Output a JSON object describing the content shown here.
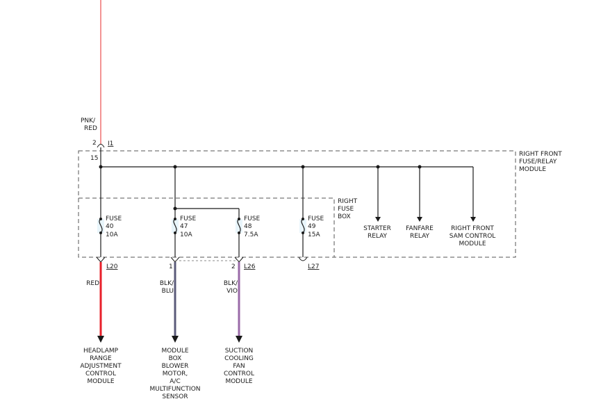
{
  "colors": {
    "module_fill": "#e8f5fb",
    "wire_red": "#e8202a",
    "wire_pink": "#f07a7a",
    "wire_blk_blu": "#5b5b7a",
    "wire_blk_vio": "#9a6aa8",
    "wire_black": "#1a1a1a"
  },
  "top_wire": {
    "color_line1": "PNK/",
    "color_line2": "RED",
    "pin": "2",
    "connector": "I1"
  },
  "module": {
    "line1": "RIGHT FRONT",
    "line2": "FUSE/RELAY",
    "line3": "MODULE",
    "pin": "15"
  },
  "fuse_box": {
    "line1": "RIGHT",
    "line2": "FUSE",
    "line3": "BOX"
  },
  "fuses": [
    {
      "label": "FUSE",
      "number": "40",
      "rating": "10A"
    },
    {
      "label": "FUSE",
      "number": "47",
      "rating": "10A"
    },
    {
      "label": "FUSE",
      "number": "48",
      "rating": "7.5A"
    },
    {
      "label": "FUSE",
      "number": "49",
      "rating": "15A"
    }
  ],
  "relays": {
    "starter": {
      "line1": "STARTER",
      "line2": "RELAY"
    },
    "fanfare": {
      "line1": "FANFARE",
      "line2": "RELAY"
    },
    "sam": {
      "line1": "RIGHT FRONT",
      "line2": "SAM CONTROL",
      "line3": "MODULE"
    }
  },
  "outputs": [
    {
      "pin": "",
      "connector": "L20",
      "wire_line1": "RED",
      "wire_line2": "",
      "dest": [
        "HEADLAMP",
        "RANGE",
        "ADJUSTMENT",
        "CONTROL",
        "MODULE"
      ]
    },
    {
      "pin": "1",
      "connector": "",
      "wire_line1": "BLK/",
      "wire_line2": "BLU",
      "dest": [
        "MODULE",
        "BOX",
        "BLOWER",
        "MOTOR,",
        "A/C",
        "MULTIFUNCTION",
        "SENSOR"
      ]
    },
    {
      "pin": "2",
      "connector": "L26",
      "wire_line1": "BLK/",
      "wire_line2": "VIO",
      "dest": [
        "SUCTION",
        "COOLING",
        "FAN",
        "CONTROL",
        "MODULE"
      ]
    },
    {
      "pin": "",
      "connector": "L27",
      "wire_line1": "",
      "wire_line2": "",
      "dest": []
    }
  ]
}
